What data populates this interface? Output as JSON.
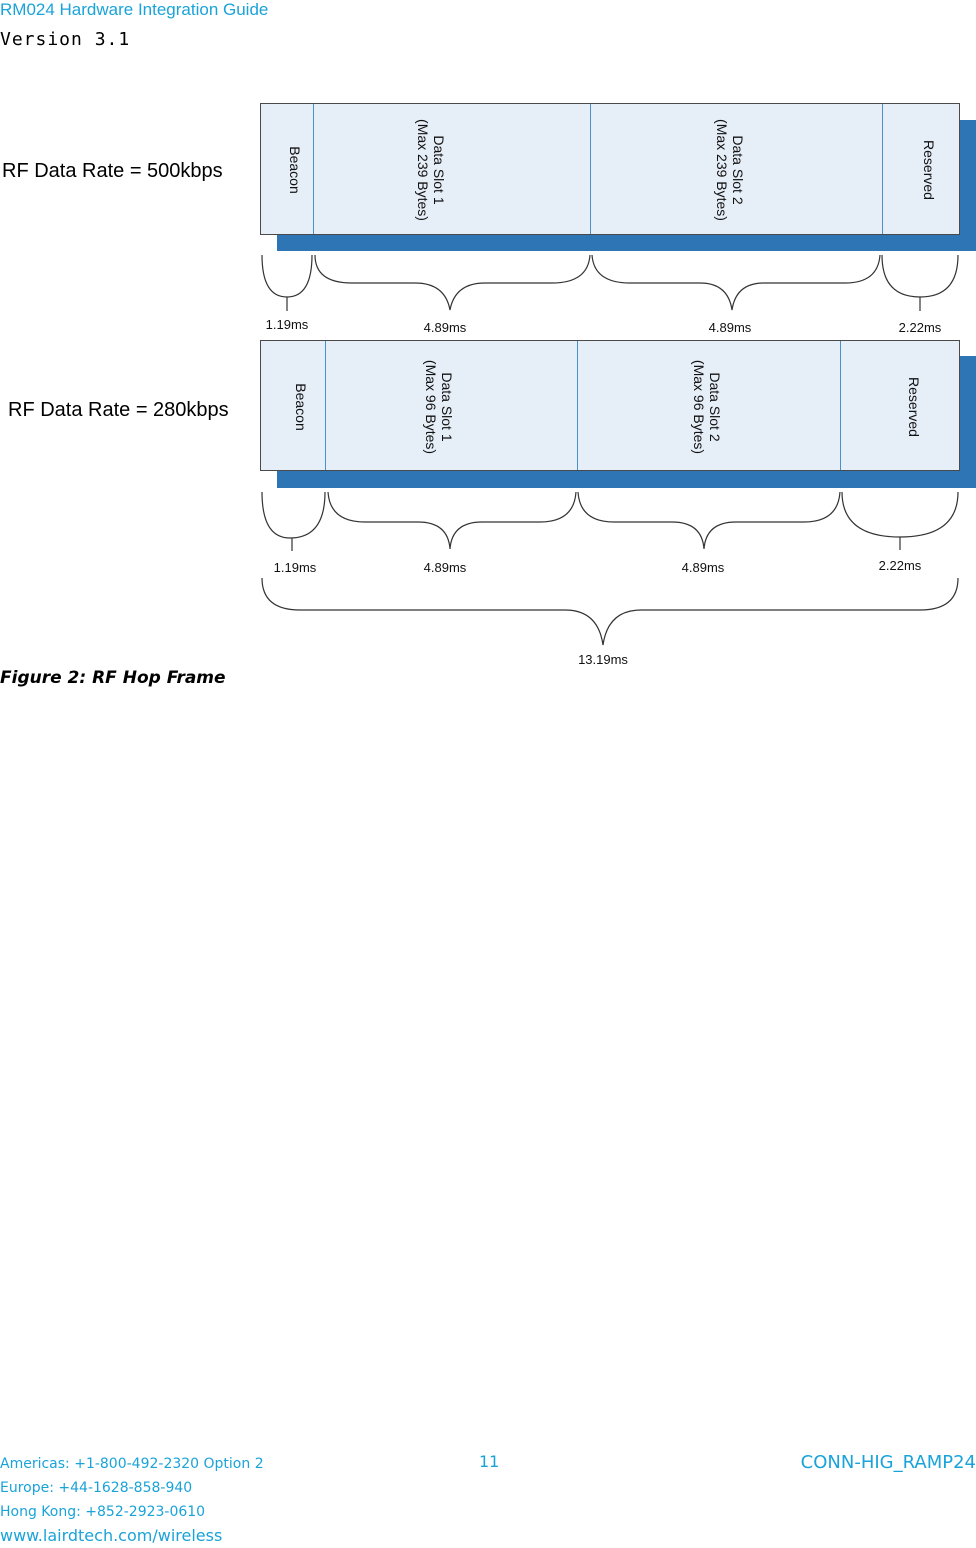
{
  "header": {
    "title": "RM024 Hardware Integration Guide",
    "version": "Version 3.1"
  },
  "diagram": {
    "frame1": {
      "rate_label": "RF Data Rate = 500kbps",
      "slots": [
        {
          "line1": "Beacon",
          "line2": ""
        },
        {
          "line1": "Data Slot 1",
          "line2": "(Max 239 Bytes)"
        },
        {
          "line1": "Data Slot 2",
          "line2": "(Max 239 Bytes)"
        },
        {
          "line1": "Reserved",
          "line2": ""
        }
      ],
      "durations": [
        "1.19ms",
        "4.89ms",
        "4.89ms",
        "2.22ms"
      ]
    },
    "frame2": {
      "rate_label": "RF Data Rate = 280kbps",
      "slots": [
        {
          "line1": "Beacon",
          "line2": ""
        },
        {
          "line1": "Data Slot 1",
          "line2": "(Max 96 Bytes)"
        },
        {
          "line1": "Data Slot 2",
          "line2": "(Max 96 Bytes)"
        },
        {
          "line1": "Reserved",
          "line2": ""
        }
      ],
      "durations": [
        "1.19ms",
        "4.89ms",
        "4.89ms",
        "2.22ms"
      ]
    },
    "total_duration": "13.19ms",
    "colors": {
      "frame_fill": "#e6eef8",
      "shadow": "#2e75b6"
    }
  },
  "caption": "Figure 2: RF Hop Frame",
  "footer": {
    "americas": "Americas: +1-800-492-2320 Option 2",
    "europe": "Europe: +44-1628-858-940",
    "hongkong": "Hong Kong: +852-2923-0610",
    "website": "www.lairdtech.com/wireless",
    "page_number": "11",
    "doc_id": "CONN-HIG_RAMP24"
  }
}
